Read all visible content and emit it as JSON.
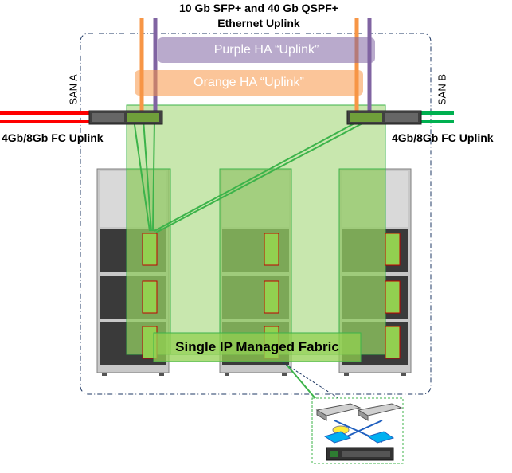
{
  "title": {
    "line1": "10 Gb SFP+ and 40 Gb QSPF+",
    "line2": "Ethernet Uplink"
  },
  "ha_bars": {
    "purple_label": "Purple HA “Uplink”",
    "orange_label": "Orange HA “Uplink”"
  },
  "san": {
    "left_label": "SAN A",
    "right_label": "SAN B"
  },
  "fc_uplink": {
    "left_label": "4Gb/8Gb FC Uplink",
    "right_label": "4Gb/8Gb FC Uplink"
  },
  "fabric": {
    "label": "Single IP Managed Fabric"
  },
  "colors": {
    "orange": "#f79646",
    "purple": "#8064a2",
    "green_fill": "#9bd36b",
    "green_line": "#3cb34a",
    "san_a_red": "#ff0000",
    "san_b_green": "#00b050",
    "rack_gray": "#bfbfbf",
    "frame_border": "#1f3864"
  },
  "icons": {
    "switch": "switch-icon",
    "rack": "rack-icon",
    "blade": "blade-module-icon",
    "server": "server-icon"
  }
}
